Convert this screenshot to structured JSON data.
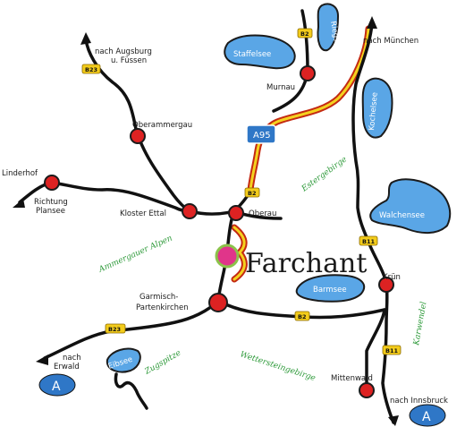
{
  "title": "Farchant",
  "colors": {
    "road": "#111111",
    "motorway_outer": "#c42a12",
    "motorway_inner": "#f4d21f",
    "lake": "#5aa6e6",
    "town": "#dd2222",
    "farchant_marker": "#e0358a",
    "route_shield": "#f3cc1b",
    "autobahn_sign": "#2f77c7",
    "mountain_label": "#2e9a3a"
  },
  "places": {
    "oberammergau": "Oberammergau",
    "kloster_ettal": "Kloster Ettal",
    "oberau": "Oberau",
    "murnau": "Murnau",
    "linderhof": "Linderhof",
    "garmisch": "Garmisch-",
    "garmisch2": "Partenkirchen",
    "mittenwald": "Mittenwald",
    "kruen": "Krün"
  },
  "directions": {
    "augsburg": "nach Augsburg",
    "fuessen": "u. Füssen",
    "muenchen": "nach München",
    "plansee1": "Richtung",
    "plansee2": "Plansee",
    "erwald1": "nach",
    "erwald2": "Erwald",
    "innsbruck": "nach Innsbruck"
  },
  "lakes": {
    "staffelsee": "Staffelsee",
    "riegsee": "Riegsee",
    "kochelsee": "Kochelsee",
    "walchensee": "Walchensee",
    "barmsee": "Barmsee",
    "eibsee": "Eibsee"
  },
  "mountains": {
    "ammergauer": "Ammergauer Alpen",
    "ester": "Estergebirge",
    "zugspitze": "Zugspitze",
    "wetterstein": "Wettersteingebirge",
    "karwendel": "Karwendel"
  },
  "routes": {
    "b2_north": "B2",
    "b23_north": "B23",
    "b2_mid": "B2",
    "b2_south": "B2",
    "b23_south": "B23",
    "b11_north": "B11",
    "b11_south": "B11"
  },
  "autobahn": {
    "a95": "A95",
    "a_west": "A",
    "a_east": "A"
  }
}
